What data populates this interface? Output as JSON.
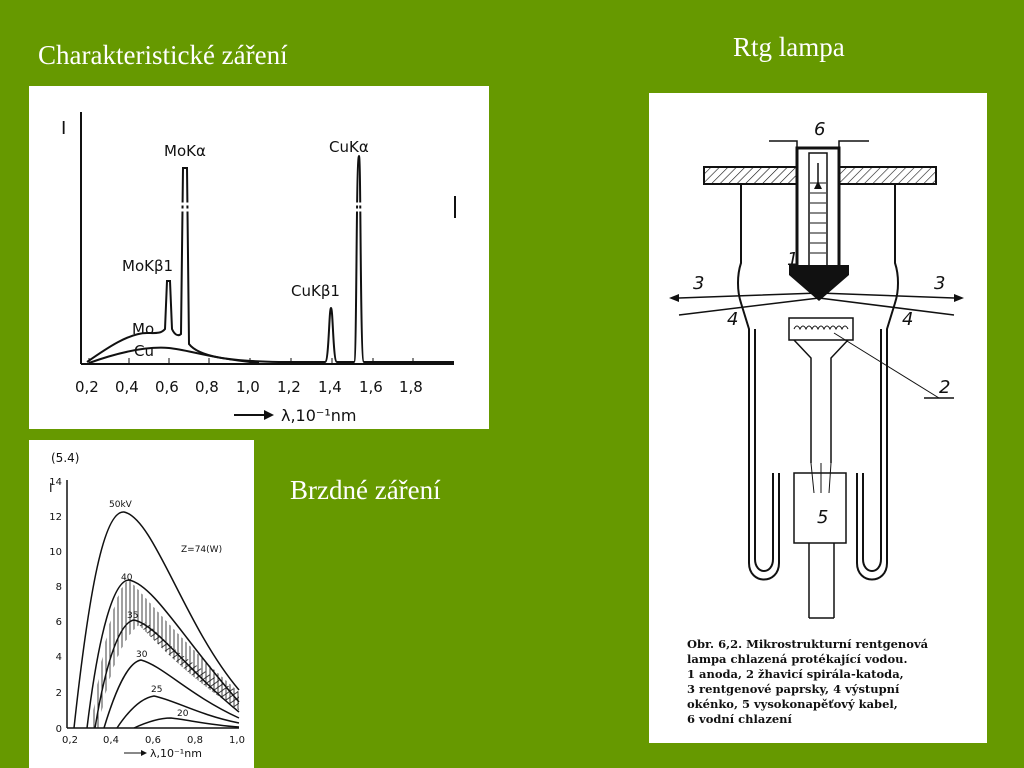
{
  "slide": {
    "title_characteristic": "Charakteristické záření",
    "title_tube": "Rtg lampa",
    "title_brems": "Brzdné záření"
  },
  "figure_characteristic": {
    "y_axis": "I",
    "x_axis": "λ,10⁻¹nm",
    "x_ticks": [
      "0,2",
      "0,4",
      "0,6",
      "0,8",
      "1,0",
      "1,2",
      "1,4",
      "1,6",
      "1,8"
    ],
    "curve_mo": "Mo",
    "curve_cu": "Cu",
    "peak_mo_ka": "MoKα",
    "peak_mo_kb": "MoKβ1",
    "peak_cu_ka": "CuKα",
    "peak_cu_kb": "CuKβ1"
  },
  "figure_brems": {
    "eq_number": "(5.4)",
    "y_axis": "I",
    "x_axis": "λ,10⁻¹nm",
    "y_ticks": [
      "0",
      "2",
      "4",
      "6",
      "8",
      "10",
      "12",
      "14"
    ],
    "x_ticks": [
      "0,2",
      "0,4",
      "0,6",
      "0,8",
      "1,0"
    ],
    "material": "Z=74(W)",
    "curve_labels": [
      "50kV",
      "40",
      "35",
      "30",
      "25",
      "20"
    ]
  },
  "figure_tube": {
    "labels": [
      "1",
      "2",
      "3",
      "3",
      "4",
      "4",
      "5",
      "6"
    ],
    "caption_lines": [
      "Obr. 6,2. Mikrostrukturní rentgenová",
      "lampa chlazená protékající vodou.",
      "1 anoda, 2 žhavicí spirála-katoda,",
      "3 rentgenové paprsky, 4 výstupní",
      "okénko, 5 vysokonapěťový kabel,",
      "6 vodní chlazení"
    ]
  },
  "colors": {
    "background": "#669900",
    "title": "#ffffff",
    "panel": "#ffffff",
    "ink": "#111111"
  }
}
